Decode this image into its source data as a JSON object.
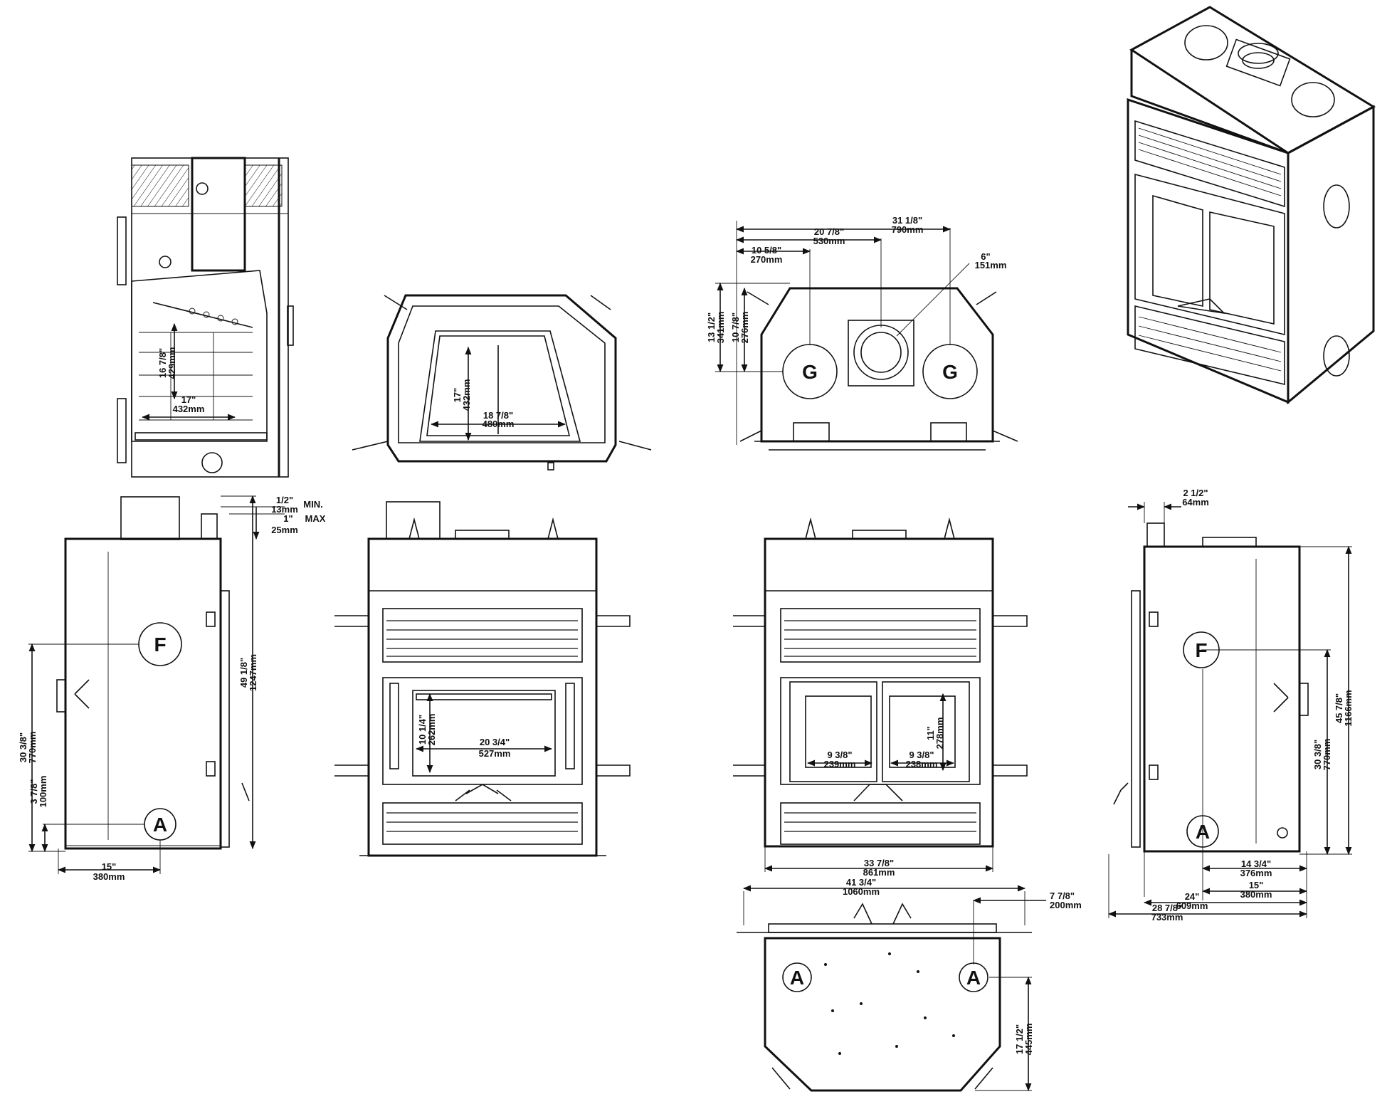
{
  "callouts": {
    "f": "F",
    "a": "A",
    "g": "G"
  },
  "side_section": {
    "height_in": "16 7/8\"",
    "height_mm": "429mm",
    "depth_in": "17\"",
    "depth_mm": "432mm"
  },
  "top_section": {
    "height_in": "17\"",
    "height_mm": "432mm",
    "width_in": "18 7/8\"",
    "width_mm": "480mm"
  },
  "plan_top": {
    "overall_in": "31 1/8\"",
    "overall_mm": "790mm",
    "center_in": "20 7/8\"",
    "center_mm": "530mm",
    "left_g_in": "10 5/8\"",
    "left_g_mm": "270mm",
    "collar_in": "6\"",
    "collar_mm": "151mm",
    "depth_in": "13 1/2\"",
    "depth_mm": "341mm",
    "g_depth_in": "10 7/8\"",
    "g_depth_mm": "276mm"
  },
  "left_side": {
    "min_in": "1/2\"",
    "min_mm": "13mm",
    "min_label": "MIN.",
    "max_in": "1\"",
    "max_mm": "25mm",
    "max_label": "MAX",
    "height_in": "49 1/8\"",
    "height_mm": "1247mm",
    "f_height_in": "30 3/8\"",
    "f_height_mm": "770mm",
    "a_height_in": "3 7/8\"",
    "a_height_mm": "100mm",
    "depth_in": "15\"",
    "depth_mm": "380mm"
  },
  "front_single": {
    "height_in": "10 1/4\"",
    "height_mm": "262mm",
    "width_in": "20 3/4\"",
    "width_mm": "527mm"
  },
  "front_double": {
    "height_in": "11\"",
    "height_mm": "278mm",
    "left_in": "9 3/8\"",
    "left_mm": "239mm",
    "right_in": "9 3/8\"",
    "right_mm": "238mm",
    "width_in": "33 7/8\"",
    "width_mm": "861mm"
  },
  "bottom_plan": {
    "width_in": "41 3/4\"",
    "width_mm": "1060mm",
    "offset_in": "7 7/8\"",
    "offset_mm": "200mm",
    "depth_in": "17 1/2\"",
    "depth_mm": "445mm"
  },
  "right_side": {
    "top_in": "2 1/2\"",
    "top_mm": "64mm",
    "height_in": "45 7/8\"",
    "height_mm": "1166mm",
    "f_height_in": "30 3/8\"",
    "f_height_mm": "770mm",
    "d1_in": "14 3/4\"",
    "d1_mm": "376mm",
    "d2_in": "15\"",
    "d2_mm": "380mm",
    "d3_in": "24\"",
    "d3_mm": "609mm",
    "d4_in": "28 7/8\"",
    "d4_mm": "733mm"
  }
}
